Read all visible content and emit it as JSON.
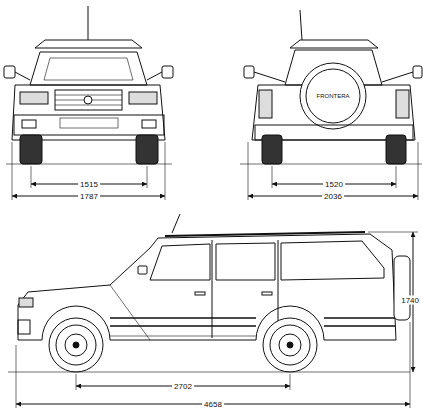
{
  "diagram": {
    "labels": [
      "1515",
      "1787",
      "1520",
      "2036",
      "FRONTERA",
      "2702",
      "4658",
      "1740"
    ]
  }
}
